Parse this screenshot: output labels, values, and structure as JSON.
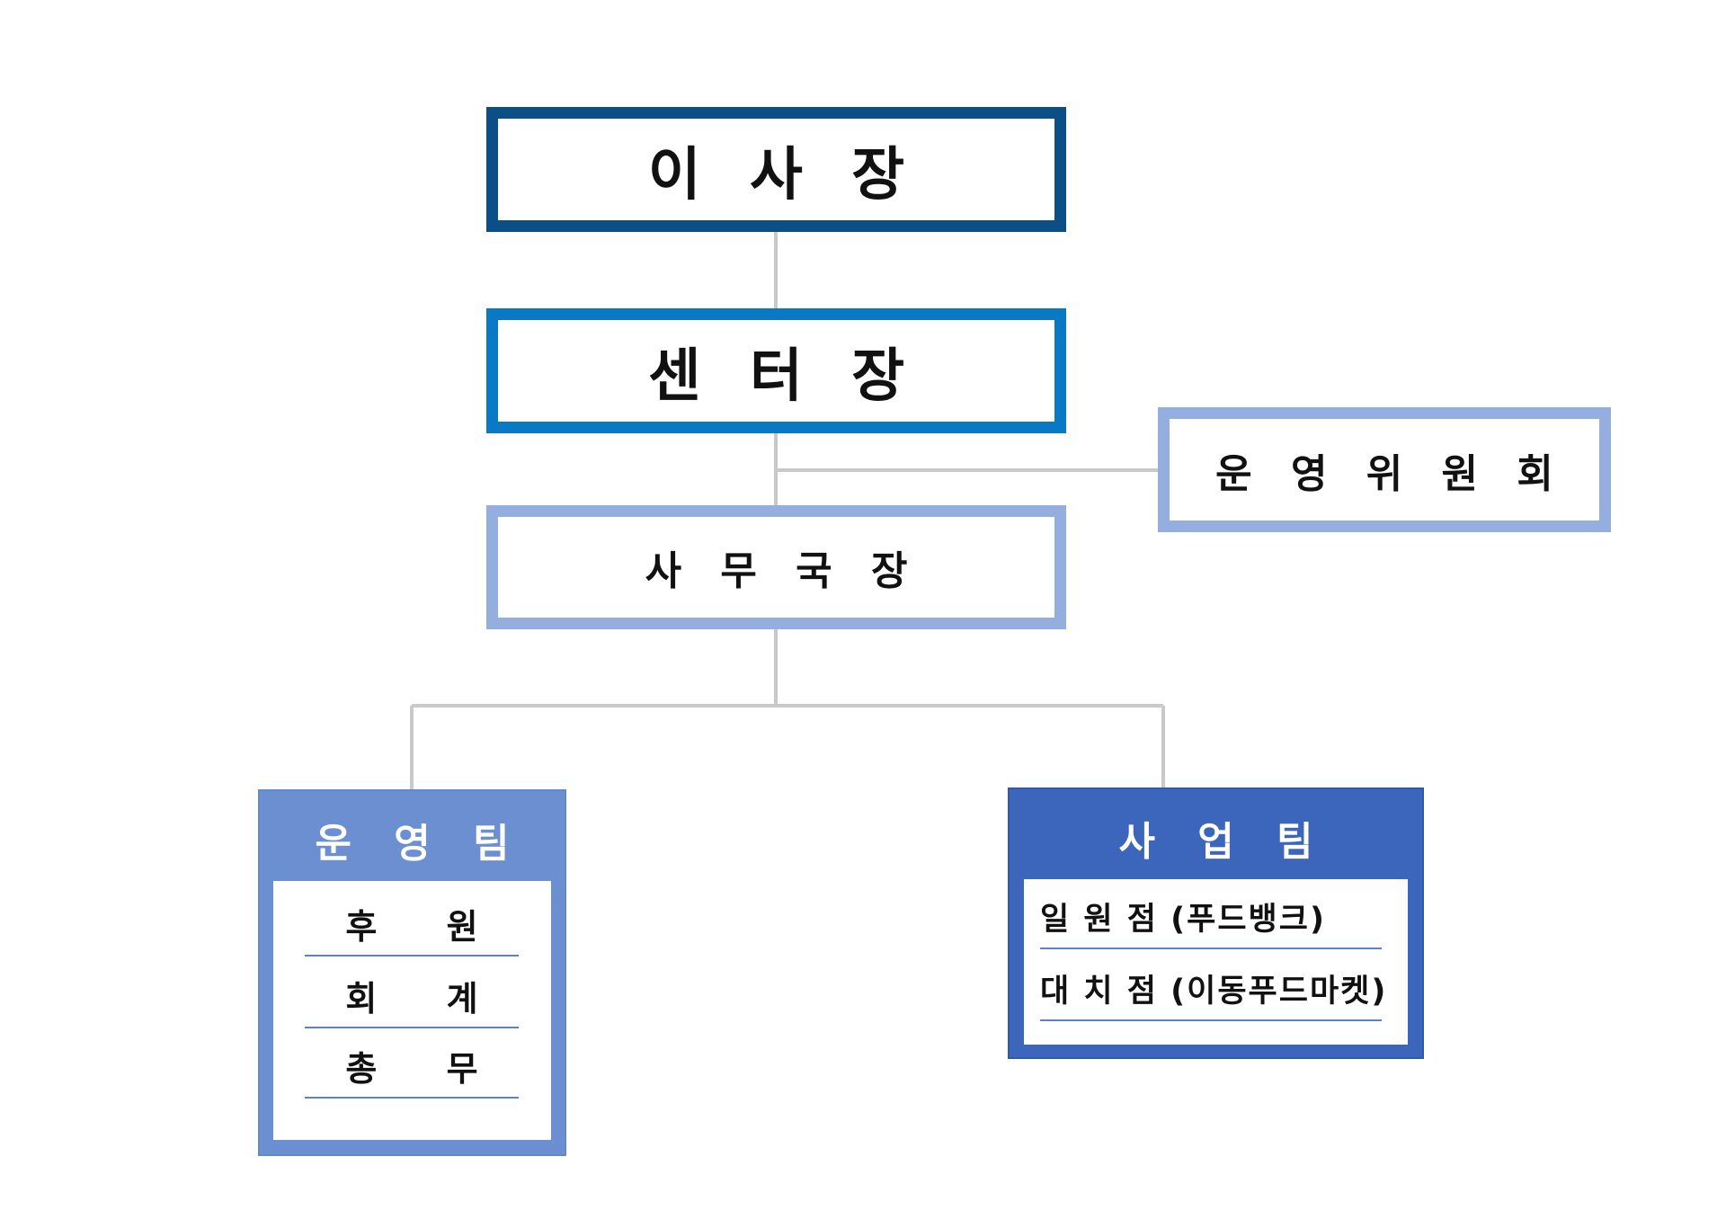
{
  "nodes": {
    "chairman": "이 사 장",
    "center_director": "센 터 장",
    "secretary_general": "사 무 국 장",
    "steering_committee": "운 영 위 원 회"
  },
  "teams": {
    "operations": {
      "title": "운 영 팀",
      "items": [
        "후 원",
        "회 계",
        "총 무"
      ]
    },
    "business": {
      "title": "사 업 팀",
      "items": [
        "일 원 점 (푸드뱅크)",
        "대 치 점 (이동푸드마켓)"
      ]
    }
  },
  "colors": {
    "chairman_border": "#0b4f86",
    "center_border": "#0979c6",
    "light_border": "#94afdf",
    "operations_team": "#6b8fd0",
    "business_team": "#3b66bb",
    "connector": "#c9c9c9"
  }
}
